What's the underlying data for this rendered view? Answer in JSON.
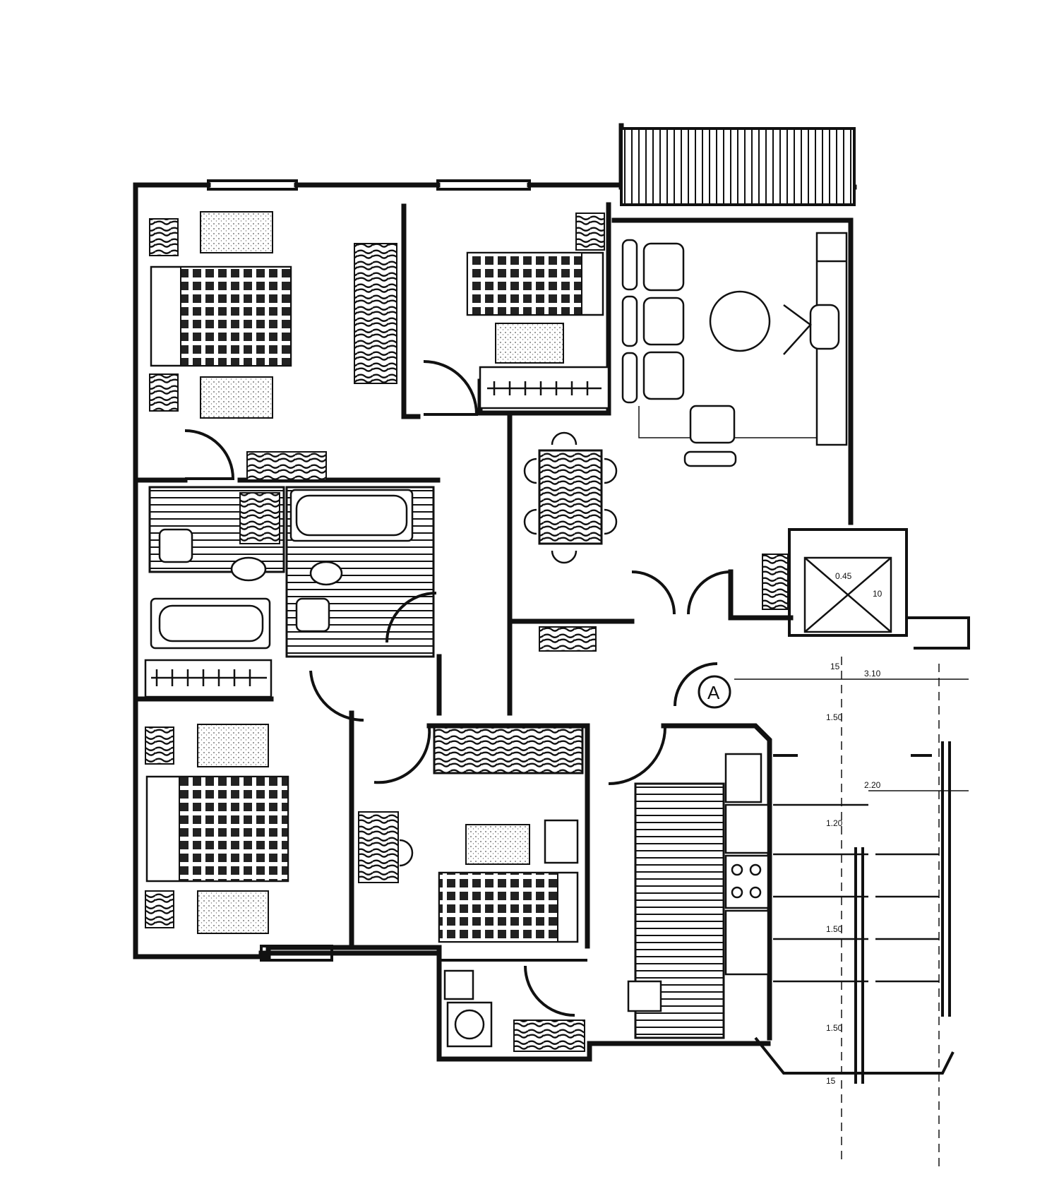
{
  "unit_marker": {
    "label": "A"
  },
  "dimensions": {
    "horizontal": [
      "3.10",
      "2.20"
    ],
    "vertical": [
      "15",
      "1.50",
      "1.20",
      "1.50",
      "1.50",
      "15"
    ]
  },
  "elevator_labels": [
    "0.45",
    "10"
  ],
  "colors": {
    "ink": "#111111",
    "paper": "#ffffff"
  }
}
